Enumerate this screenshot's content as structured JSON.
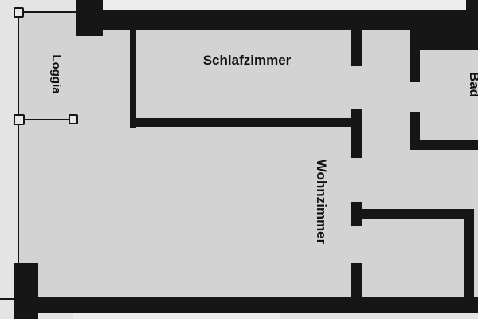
{
  "rooms": {
    "bedroom": "Schlafzimmer",
    "loggia": "Loggia",
    "living": "Wohnzimmer",
    "bath": "Bad"
  },
  "colors": {
    "wall": "#161616",
    "floor": "#d3d3d3",
    "outside": "#e4e4e4"
  }
}
